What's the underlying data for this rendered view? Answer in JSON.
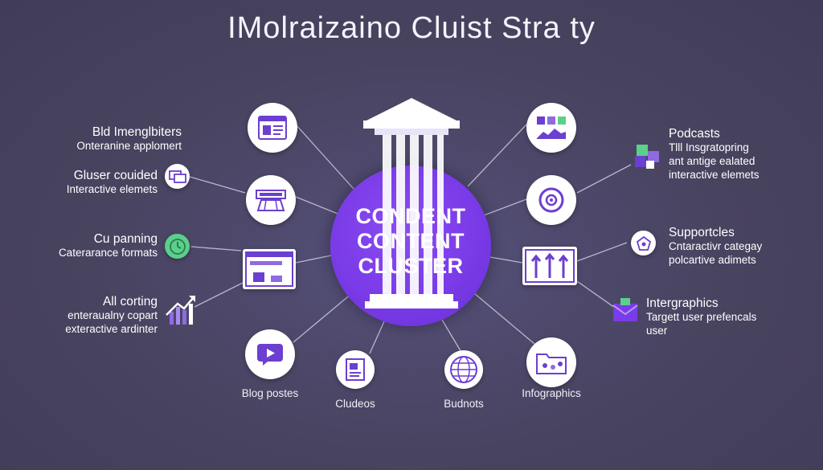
{
  "title": "IMolraizaino Cluist Stra ty",
  "hub": {
    "lines": [
      "CONDENT",
      "CONTENT",
      "CLUSTER"
    ]
  },
  "left_labels": [
    {
      "title": "Bld Imenglbiters",
      "lines": [
        "Onteranine applomert"
      ]
    },
    {
      "title": "Gluser couided",
      "lines": [
        "Interactive elemets"
      ]
    },
    {
      "title": "Cu panning",
      "lines": [
        "Caterarance formats"
      ]
    },
    {
      "title": "All corting",
      "lines": [
        "enteraualny copart",
        "exteractive ardinter"
      ]
    }
  ],
  "right_labels": [
    {
      "title": "Podcasts",
      "lines": [
        "Tlll Insgratopring",
        "ant antige ealated",
        "interactive elemets"
      ]
    },
    {
      "title": "Supportcles",
      "lines": [
        "Cntaractivr categay",
        "polcartive adimets"
      ]
    },
    {
      "title": "Intergraphics",
      "lines": [
        "Targett user prefencals",
        "user"
      ]
    }
  ],
  "bottom_captions": [
    "Blog postes",
    "Cludeos",
    "Budnots",
    "Infographics"
  ],
  "colors": {
    "background": "#4a4565",
    "accent": "#7a3be8",
    "node": "#ffffff",
    "icon": "#6b3fd0",
    "green": "#5bd08a"
  }
}
